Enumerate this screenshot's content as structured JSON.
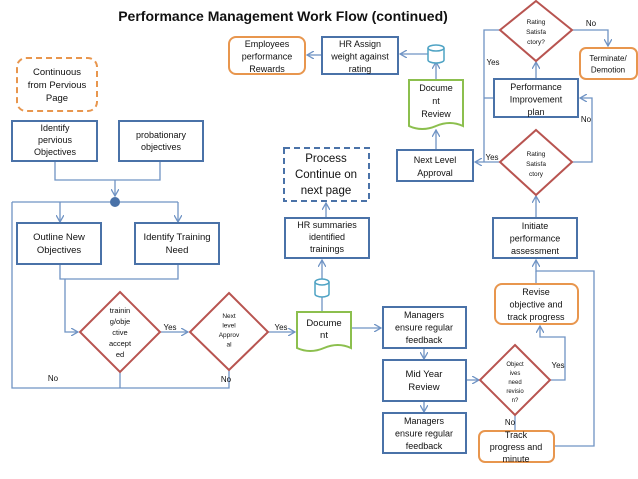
{
  "title": "Performance Management Work Flow (continued)",
  "nodes": {
    "continuous": [
      "Continuous",
      "from Pervious",
      "Page"
    ],
    "identify_prev": [
      "Identify",
      "pervious",
      "Objectives"
    ],
    "probationary": [
      "probationary",
      "objectives"
    ],
    "outline_new": [
      "Outline New",
      "Objectives"
    ],
    "identify_training": [
      "Identify Training",
      "Need"
    ],
    "training_accepted": [
      "trainin",
      "g/obje",
      "ctive",
      "accept",
      "ed"
    ],
    "next_level_approval_dia": [
      "Next",
      "level",
      "Approv",
      "al"
    ],
    "document": [
      "Docume",
      "nt"
    ],
    "hr_summaries": [
      "HR summaries",
      "identified",
      "trainings"
    ],
    "process_continue": [
      "Process",
      "Continue on",
      "next page"
    ],
    "managers_feedback_1": [
      "Managers",
      "ensure regular",
      "feedback"
    ],
    "mid_year": [
      "Mid Year",
      "Review"
    ],
    "managers_feedback_2": [
      "Managers",
      "ensure regular",
      "feedback"
    ],
    "objectives_revision": [
      "Object",
      "ives",
      "need",
      "revisio",
      "n?"
    ],
    "track_progress": [
      "Track",
      "progress and",
      "minute"
    ],
    "revise_objective": [
      "Revise",
      "objective and",
      "track progress"
    ],
    "initiate_assessment": [
      "Initiate",
      "performance",
      "assessment"
    ],
    "rating_satisfactory": [
      "Rating",
      "Satisfa",
      "ctory"
    ],
    "next_level_approval": [
      "Next Level",
      "Approval"
    ],
    "document_review": [
      "Docume",
      "nt",
      "Review"
    ],
    "hr_assign": [
      "HR Assign",
      "weight against",
      "rating"
    ],
    "employees_rewards": [
      "Employees",
      "performance",
      "Rewards"
    ],
    "performance_improvement": [
      "Performance",
      "Improvement",
      "plan"
    ],
    "rating_satisfactory_q": [
      "Rating",
      "Satisfa",
      "ctory?"
    ],
    "terminate": [
      "Terminate/",
      "Demotion"
    ]
  },
  "labels": {
    "yes": "Yes",
    "no": "No"
  },
  "colors": {
    "process_border": "#4a72a8",
    "decision_border": "#b85450",
    "terminal_border": "#e8964e",
    "document_border": "#8cbf4e",
    "connector": "#6f93c4",
    "highlight_text": "#d03030"
  }
}
